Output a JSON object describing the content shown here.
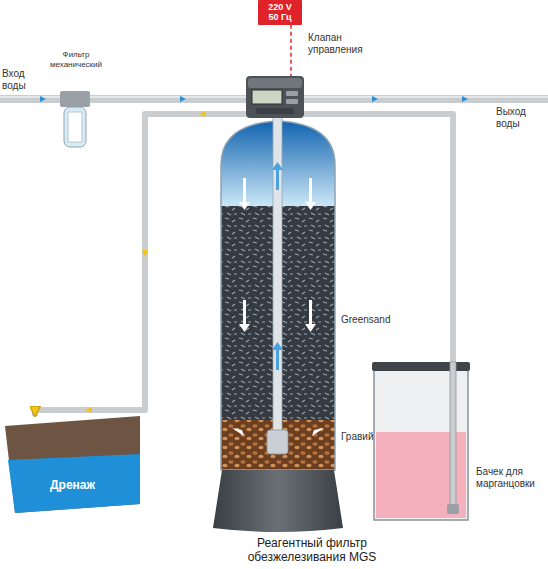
{
  "diagram": {
    "caption": "Реагентный фильтр обезжелезивания MGS",
    "nodes": [
      {
        "text": [
          "220 V 50 Гц"
        ]
      },
      {
        "text": [
          "Клапан управления"
        ]
      },
      {
        "text": [
          "Дренаж"
        ]
      },
      {
        "text": [
          "Бачек для марганцовки"
        ]
      }
    ],
    "edges": [
      {
        "from": 0,
        "to": 1,
        "arrow": "none"
      },
      {
        "from": 1,
        "to": 2,
        "arrow": "to"
      },
      {
        "from": 3,
        "to": 1,
        "arrow": "none"
      }
    ],
    "labels": [
      "Вход воды",
      "Фильтр механический",
      "Выход воды",
      "Greensand",
      "Гравий"
    ]
  }
}
